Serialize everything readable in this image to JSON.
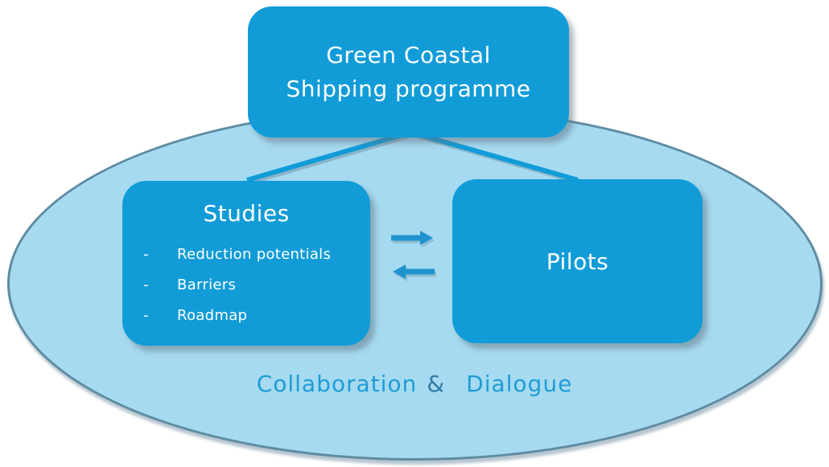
{
  "nodes": {
    "programme": {
      "line1": "Green Coastal",
      "line2": "Shipping programme"
    },
    "studies": {
      "title": "Studies",
      "bullet": "-",
      "items": [
        "Reduction potentials",
        "Barriers",
        "Roadmap"
      ]
    },
    "pilots": {
      "title": "Pilots"
    }
  },
  "footer": {
    "word1": "Collaboration",
    "amp": "&",
    "word2": "Dialogue"
  },
  "icons": {
    "arrow_right": "arrow-right-icon",
    "arrow_left": "arrow-left-icon"
  },
  "colors": {
    "box-blue": "#119CD8",
    "arrow-blue": "#1F93CE",
    "ellipse-fill": "#A6DAF0",
    "ellipse-border": "#5E8CA2",
    "footer-text": "#1F9CD6",
    "amp-text": "#317CA6",
    "box-text": "#FFFFFF"
  }
}
